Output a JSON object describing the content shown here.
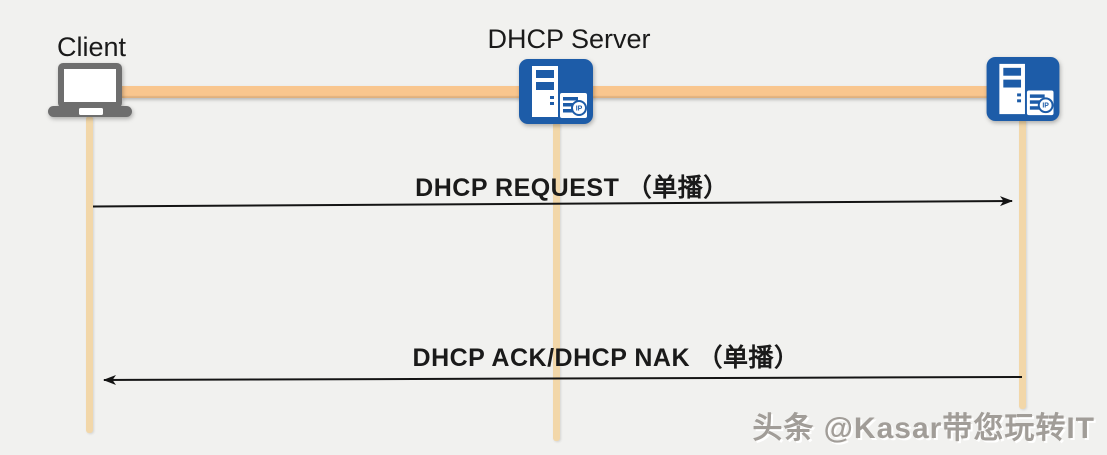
{
  "diagram": {
    "actors": [
      {
        "id": "client",
        "label": "Client",
        "icon": "laptop-icon"
      },
      {
        "id": "dhcp-server",
        "label": "DHCP Server",
        "icon": "dhcp-server-icon"
      },
      {
        "id": "server-right",
        "label": "",
        "icon": "dhcp-server-icon"
      }
    ],
    "messages": [
      {
        "label": "DHCP REQUEST （单播）",
        "from": "client",
        "to": "server-right",
        "direction": "right"
      },
      {
        "label": "DHCP ACK/DHCP NAK （单播）",
        "from": "server-right",
        "to": "client",
        "direction": "left"
      }
    ],
    "icon_badge": "IP",
    "watermark": "头条 @Kasar带您玩转IT",
    "colors": {
      "background": "#f1f1ef",
      "connector": "#f9c68e",
      "lifeline": "#f2d7a9",
      "server_blue": "#1d5ca8",
      "laptop_gray": "#6e6e6e",
      "arrow": "#141414",
      "label_text": "#1a1a1a",
      "watermark": "#a19d98"
    }
  }
}
